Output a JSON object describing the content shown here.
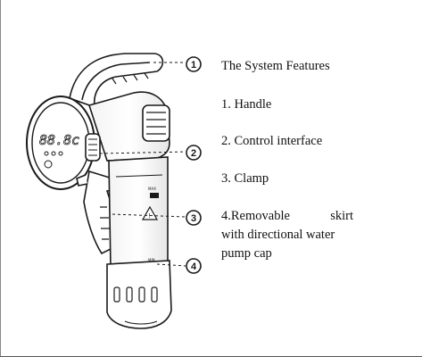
{
  "features": {
    "title": "The System Features",
    "items": [
      "1. Handle",
      "2. Control interface",
      "3. Clamp"
    ],
    "item4_line1": "4.Removable    skirt",
    "item4_line2": "with directional water",
    "item4_line3": "pump cap"
  },
  "callouts": [
    "1",
    "2",
    "3",
    "4"
  ],
  "device": {
    "display_digits": "88.8c",
    "max_label": "MAX",
    "min_label": "MIN"
  },
  "colors": {
    "stroke": "#1a1a1a",
    "text": "#111111",
    "background": "#ffffff"
  }
}
